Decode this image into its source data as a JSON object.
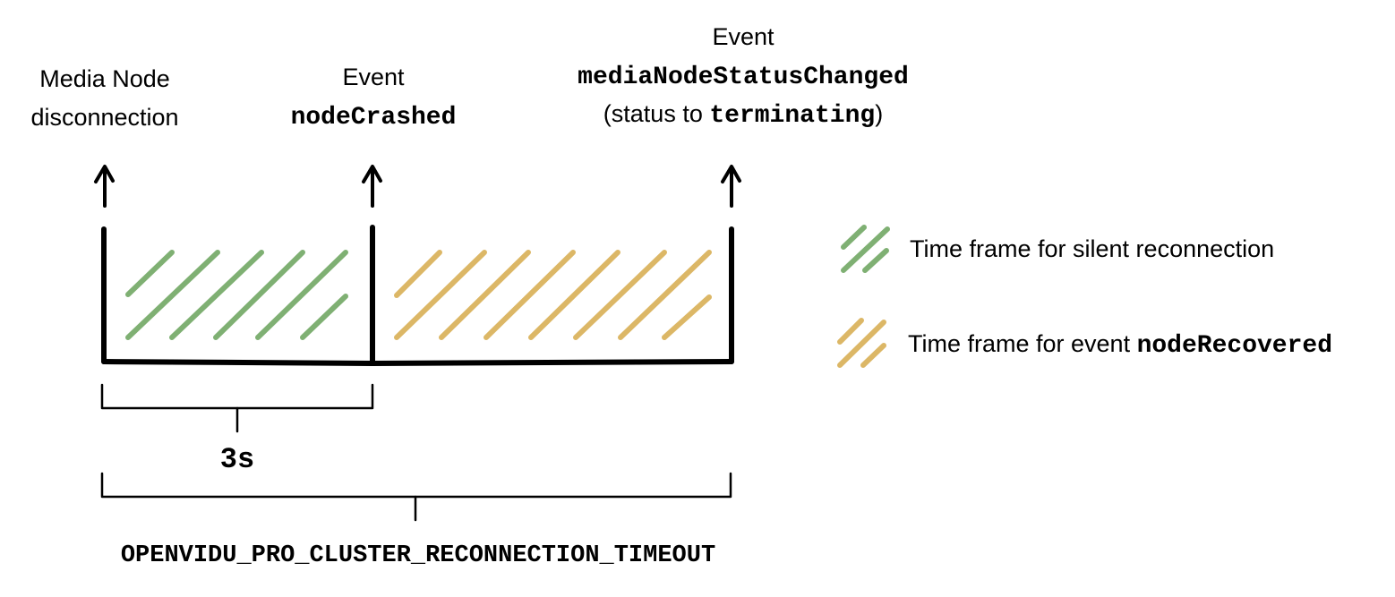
{
  "markers": [
    {
      "line1": "Media Node",
      "line2": "disconnection"
    },
    {
      "line1": "Event",
      "code": "nodeCrashed"
    },
    {
      "line1": "Event",
      "code": "mediaNodeStatusChanged",
      "line3_prefix": "(status to ",
      "line3_code": "terminating",
      "line3_suffix": ")"
    }
  ],
  "durations": {
    "short": "3s",
    "long": "OPENVIDU_PRO_CLUSTER_RECONNECTION_TIMEOUT"
  },
  "legend": {
    "silent": {
      "text": "Time frame for silent reconnection",
      "color": "#7fb073"
    },
    "recovered": {
      "text_prefix": "Time frame for event ",
      "code": "nodeRecovered",
      "color": "#dcb766"
    }
  }
}
